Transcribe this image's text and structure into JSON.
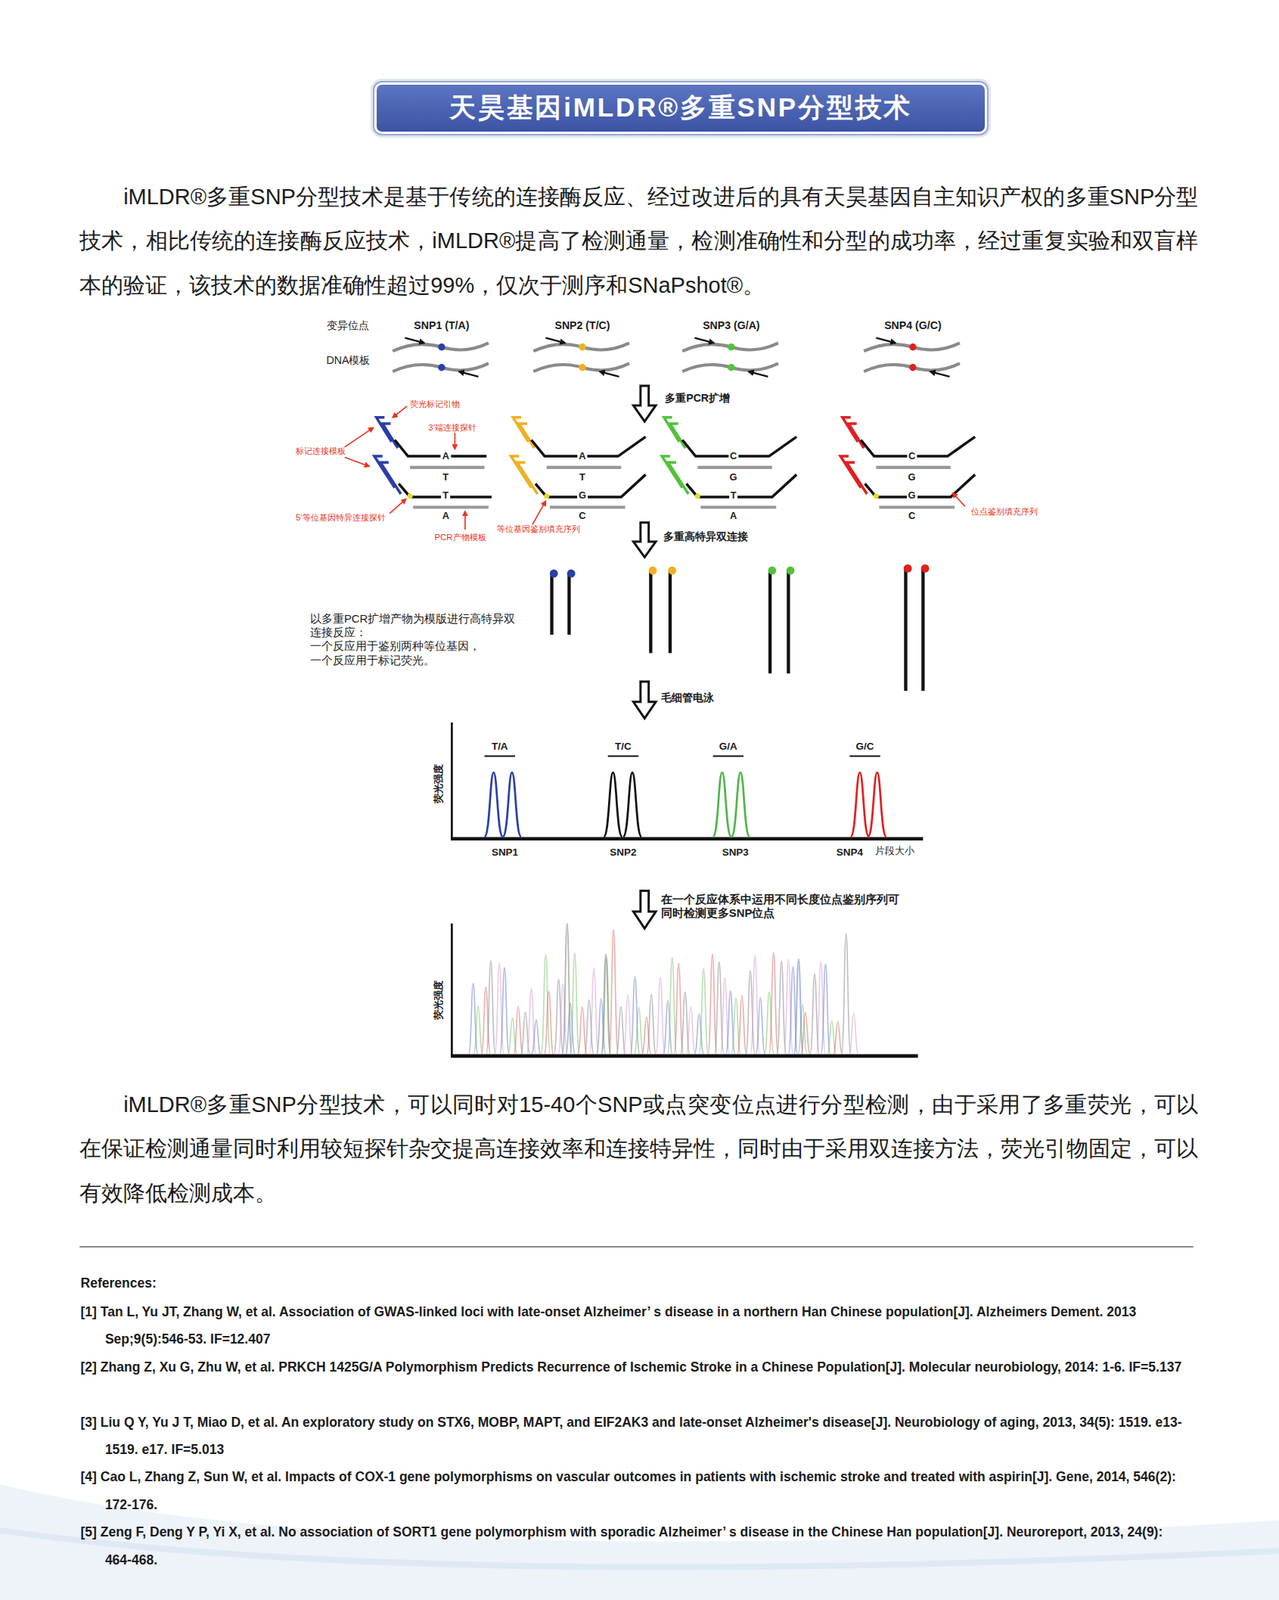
{
  "diagram": {
    "nodes": [
      {
        "text": [
          "天昊基因iMLDR®多重SNP分型技术"
        ]
      }
    ],
    "labels": [
      "iMLDR®多重SNP分型技术是基于传统的连接酶反应、经过改进后的具有天昊基因自主知识产权的多重SNP分型技术，相比传统的连接酶反应技术，iMLDR®提高了检测通量，检测准确性和分型的成功率，经过重复实验和双盲样本的验证，该技术的数据准确性超过99%，仅次于测序和SNaPshot®。",
      "变异位点",
      "DNA模板",
      "SNP1 (T/A)",
      "SNP2 (T/C)",
      "SNP3 (G/A)",
      "SNP4 (G/C)",
      "多重PCR扩增",
      "荧光标记引物",
      "3’端连接探针",
      "标记连接模板",
      "5’等位基因特异连接探针",
      "PCR产物模板",
      "等位基因鉴别填充序列",
      "位点鉴别填充序列",
      "A",
      "T",
      "T",
      "A",
      "A",
      "T",
      "G",
      "C",
      "C",
      "G",
      "T",
      "A",
      "C",
      "G",
      "G",
      "C",
      "多重高特异双连接",
      "以多重PCR扩增产物为模版进行高特异双连接反应：",
      "一个反应用于鉴别两种等位基因，",
      "一个反应用于标记荧光。",
      "毛细管电泳",
      "T/A",
      "T/C",
      "G/A",
      "G/C",
      "荧光强度",
      "SNP1",
      "SNP2",
      "SNP3",
      "SNP4",
      "片段大小",
      "在一个反应体系中运用不同长度位点鉴别序列可同时检测更多SNP位点",
      "荧光强度",
      "iMLDR®多重SNP分型技术，可以同时对15-40个SNP或点突变位点进行分型检测，由于采用了多重荧光，可以在保证检测通量同时利用较短探针杂交提高连接效率和连接特异性，同时由于采用双连接方法，荧光引物固定，可以有效降低检测成本。",
      "References:",
      "[1] Tan L, Yu JT, Zhang W, et al. Association of GWAS-linked loci with late-onset Alzheimer’ s disease in a northern Han Chinese population[J]. Alzheimers Dement. 2013 Sep;9(5):546-53. IF=12.407",
      "[2] Zhang Z, Xu G, Zhu W, et al. PRKCH 1425G/A Polymorphism Predicts Recurrence of Ischemic Stroke in a Chinese Population[J]. Molecular neurobiology, 2014: 1-6. IF=5.137",
      "[3] Liu Q Y, Yu J T, Miao D, et al. An exploratory study on STX6, MOBP, MAPT, and EIF2AK3 and late-onset Alzheimer's disease[J]. Neurobiology of aging, 2013, 34(5): 1519. e13-1519. e17. IF=5.013",
      "[4] Cao L, Zhang Z, Sun W, et al. Impacts of COX-1 gene polymorphisms on vascular outcomes in patients with ischemic stroke and treated with aspirin[J]. Gene, 2014, 546(2): 172-176.",
      "[5] Zeng F, Deng Y P, Yi X, et al. No association of SORT1 gene polymorphism with sporadic Alzheimer’ s disease in the Chinese Han population[J]. Neuroreport, 2013, 24(9): 464-468."
    ]
  }
}
